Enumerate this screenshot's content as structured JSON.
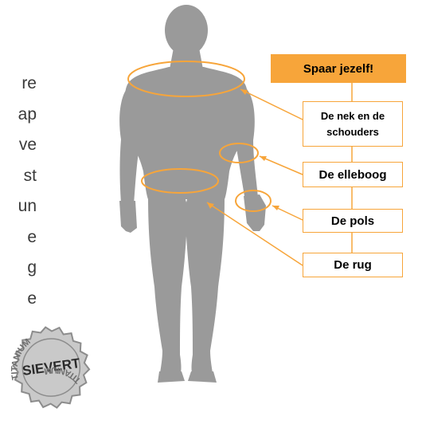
{
  "side_text": {
    "lines": [
      "re",
      "ap",
      "ve",
      "st",
      "un",
      "e",
      "g",
      "e"
    ]
  },
  "banner": {
    "label": "Spaar jezelf!"
  },
  "labels": {
    "neck_line1": "De nek en de",
    "neck_line2": "schouders",
    "elbow": "De elleboog",
    "wrist": "De pols",
    "back": "De rug"
  },
  "seal": {
    "top_text": "TITANIUM",
    "center_text": "SIEVERT",
    "bottom_text": "TITANIUM"
  },
  "colors": {
    "accent": "#f7a53a",
    "figure": "#9a9a9a",
    "seal": "#8c8c8c"
  }
}
